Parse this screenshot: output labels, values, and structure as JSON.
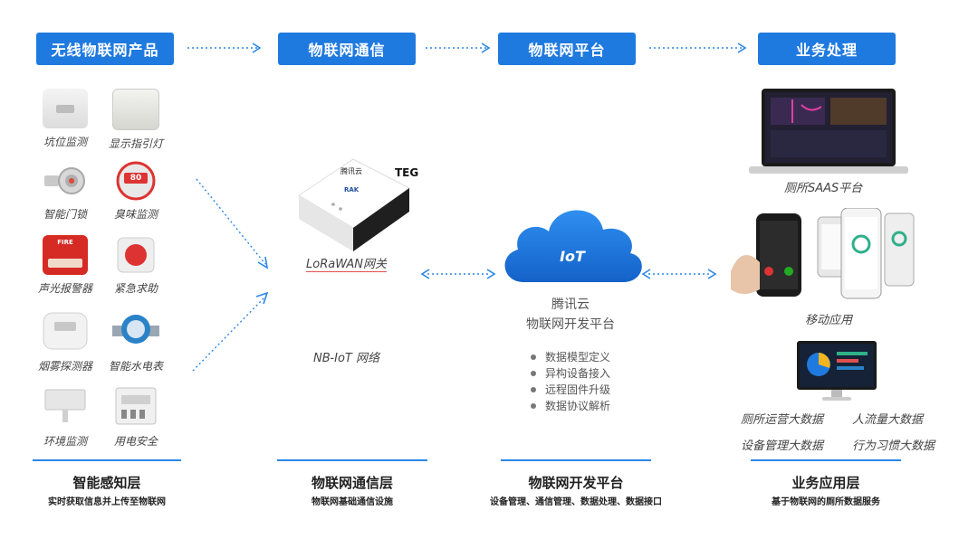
{
  "headers": [
    "无线物联网产品",
    "物联网通信",
    "物联网平台",
    "业务处理"
  ],
  "devices": [
    "坑位监测",
    "显示指引灯",
    "智能门锁",
    "臭味监测",
    "声光报警器",
    "紧急求助",
    "烟雾探测器",
    "智能水电表",
    "环境监测",
    "用电安全"
  ],
  "device_text": {
    "odor_display": "80",
    "alarm_text": "FIRE"
  },
  "gateway": {
    "brand": "腾讯云",
    "model": "TEG",
    "sub_brand": "RAK",
    "label": "LoRaWAN网关"
  },
  "nbiot_label": "NB-IoT 网络",
  "cloud": {
    "badge": "IoT",
    "name": "腾讯云",
    "subtitle": "物联网开发平台",
    "features": [
      "数据模型定义",
      "异构设备接入",
      "远程固件升级",
      "数据协议解析"
    ]
  },
  "business": {
    "saas_label": "厕所SAAS平台",
    "mobile_label": "移动应用",
    "big_data": [
      "厕所运营大数据",
      "人流量大数据",
      "设备管理大数据",
      "行为习惯大数据"
    ]
  },
  "layers": [
    {
      "title": "智能感知层",
      "subtitle": "实时获取信息并上传至物联网"
    },
    {
      "title": "物联网通信层",
      "subtitle": "物联网基础通信设施"
    },
    {
      "title": "物联网开发平台",
      "subtitle": "设备管理、通信管理、数据处理、数据接口"
    },
    {
      "title": "业务应用层",
      "subtitle": "基于物联网的厕所数据服务"
    }
  ],
  "colors": {
    "primary": "#1f7ae0",
    "cloud": "#1a6fd6",
    "arrow": "#2b86e8"
  }
}
